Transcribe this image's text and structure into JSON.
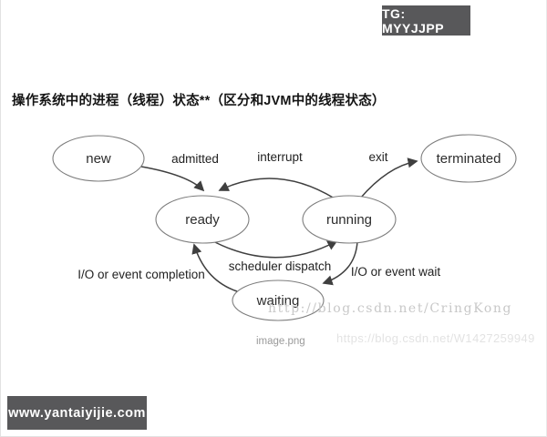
{
  "page": {
    "top_badge": "TG: MYYJJPP",
    "bottom_badge": "www.yantaiyijie.com",
    "title": "操作系统中的进程（线程）状态**（区分和JVM中的线程状态）",
    "image_caption": "image.png",
    "watermark_primary": "http://blog.csdn.net/CringKong",
    "watermark_secondary": "https://blog.csdn.net/W1427259949",
    "badge_color": "#58585a",
    "watermark_primary_color": "#c8c8c8",
    "watermark_secondary_color": "#e3e3e3"
  },
  "diagram": {
    "type": "process-state-diagram",
    "states": [
      {
        "id": "new",
        "label": "new"
      },
      {
        "id": "ready",
        "label": "ready"
      },
      {
        "id": "running",
        "label": "running"
      },
      {
        "id": "terminated",
        "label": "terminated"
      },
      {
        "id": "waiting",
        "label": "waiting"
      }
    ],
    "transitions": [
      {
        "from": "new",
        "to": "ready",
        "label": "admitted"
      },
      {
        "from": "running",
        "to": "ready",
        "label": "interrupt"
      },
      {
        "from": "running",
        "to": "terminated",
        "label": "exit"
      },
      {
        "from": "ready",
        "to": "running",
        "label": "scheduler dispatch"
      },
      {
        "from": "waiting",
        "to": "ready",
        "label": "I/O or event completion"
      },
      {
        "from": "running",
        "to": "waiting",
        "label": "I/O or event wait"
      }
    ],
    "line_color": "#3f3f3f",
    "ellipse_stroke_color": "#7d7d7d"
  }
}
